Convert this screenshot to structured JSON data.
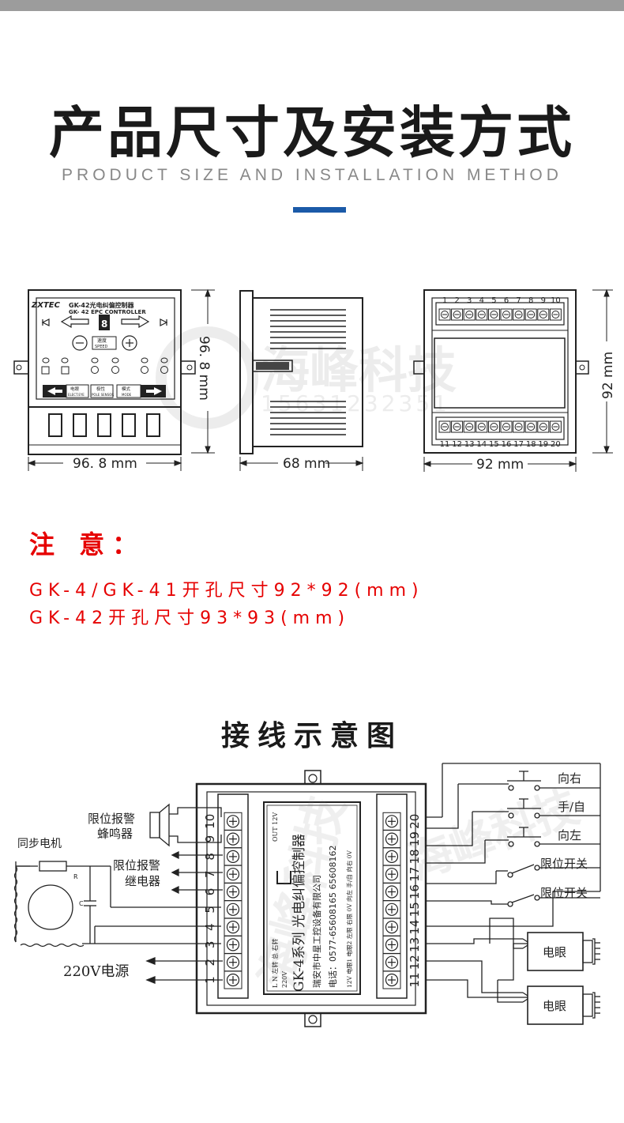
{
  "header": {
    "title": "产品尺寸及安装方式",
    "subtitle": "PRODUCT SIZE AND INSTALLATION METHOD"
  },
  "watermark": {
    "brand": "海峰科技",
    "phone": "15631232351"
  },
  "front_view": {
    "logo": "ZXTEC",
    "model_cn": "GK-42光电纠偏控制器",
    "model_en": "GK- 42 EPC CONTROLLER",
    "speed_cn": "速度",
    "speed_en": "SPEED",
    "btn_elect_cn": "电眼",
    "btn_elect_en": "ELECT.EYE",
    "btn_edge_cn": "极性",
    "btn_edge_en": "POLE SENSOR",
    "btn_mode_cn": "模式",
    "btn_mode_en": "MODE",
    "width": "96. 8 mm",
    "height": "96. 8 mm",
    "display_digit": "8"
  },
  "side_view": {
    "depth": "68 mm"
  },
  "back_view": {
    "top_terminals": [
      "1",
      "2",
      "3",
      "4",
      "5",
      "6",
      "7",
      "8",
      "9",
      "10"
    ],
    "bottom_terminals": [
      "11",
      "12",
      "13",
      "14",
      "15",
      "16",
      "17",
      "18",
      "19",
      "20"
    ],
    "width": "92 mm",
    "height": "92 mm"
  },
  "notes": {
    "heading": "注 意：",
    "lines": [
      "GK-4/GK-41开孔尺寸92*92(mm)",
      "GK-42开孔尺寸93*93(mm)"
    ]
  },
  "wiring": {
    "title": "接线示意图",
    "left_terminals": [
      "1",
      "2",
      "3",
      "4",
      "5",
      "6",
      "7",
      "8",
      "9",
      "10"
    ],
    "right_terminals": [
      "11",
      "12",
      "13",
      "14",
      "15",
      "16",
      "17",
      "18",
      "19",
      "20"
    ],
    "label_buzzer_1": "限位报警",
    "label_buzzer_2": "蜂鸣器",
    "label_motor": "同步电机",
    "label_relay_1": "限位报警",
    "label_relay_2": "继电器",
    "label_power": "220V电源",
    "label_r": "R",
    "label_c": "C",
    "label_right": "向右",
    "label_manual": "手/自",
    "label_left": "向左",
    "label_limit_1": "限位开关",
    "label_limit_2": "限位开关",
    "label_eye_1": "电眼",
    "label_eye_2": "电眼",
    "panel_series": "GK-4系列  光电纠偏控制器",
    "panel_company": "瑞安市中星工控设备有限公司",
    "panel_phone": "电话：0577-65608165 65608162",
    "panel_left_pins": "L   N   左转  总  右转",
    "panel_left_volt": "220V",
    "panel_out": "OUT  12V",
    "panel_right_pins": "12V  电眼1 电眼2 左限 右限  0V   向左 手/自 向右  0V"
  }
}
